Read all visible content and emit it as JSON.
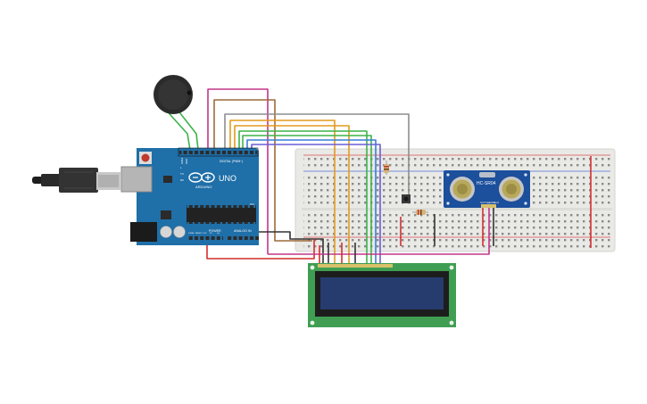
{
  "board": {
    "brand": "ARDUINO",
    "model": "UNO",
    "digital_label": "DIGITAL (PWM~)",
    "power_label": "POWER",
    "analog_label": "ANALOG IN",
    "aref_label": "AREF",
    "gnd_label": "GND",
    "tx_label": "TX",
    "rx_label": "RX",
    "on_label": "ON",
    "l_label": "L",
    "ioref_label": "IOREF",
    "reset_label": "RESET",
    "v33_label": "3.3V",
    "v5_label": "5V",
    "vin_label": "Vin"
  },
  "sensor": {
    "model": "HC-SR04",
    "pins": [
      "Vcc",
      "Trig",
      "Echo",
      "Gnd"
    ]
  },
  "colors": {
    "board": "#1f6fa8",
    "breadboard": "#e9e9e6",
    "lcd_pcb": "#3f9e52",
    "lcd_screen": "#263b6e",
    "sensor_pcb": "#1c4f9c",
    "buzzer": "#2b2b2b",
    "wire_green": "#3cb34a",
    "wire_red": "#d32f2f",
    "wire_orange": "#e39a1e",
    "wire_magenta": "#c2378a",
    "wire_brown": "#9c6a3a",
    "wire_gray": "#8e8e8e",
    "wire_blue": "#3a7fd6",
    "wire_black": "#333333"
  }
}
